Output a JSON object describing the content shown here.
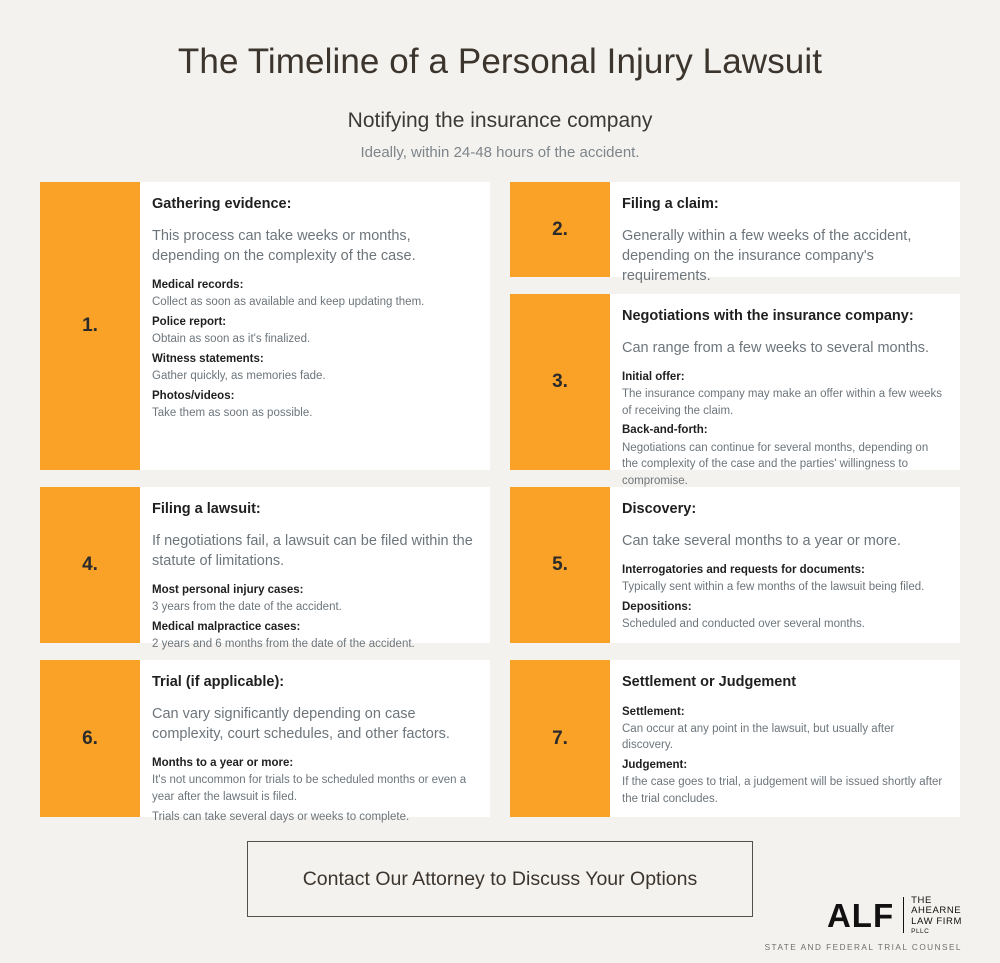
{
  "header": {
    "title": "The Timeline of a Personal Injury Lawsuit",
    "subtitle": "Notifying the insurance company",
    "subdesc": "Ideally, within 24-48 hours of the accident."
  },
  "colors": {
    "background": "#f4f2ee",
    "accent_orange": "#f9a227",
    "card_background": "#ffffff",
    "heading_text": "#3c352e",
    "body_text": "#6d757b",
    "bold_text": "#1f1f1f",
    "cta_border": "#56504a"
  },
  "steps": [
    {
      "number": "1.",
      "title": "Gathering evidence:",
      "lead": "This process can take weeks or months, depending on the complexity of the case.",
      "items": [
        {
          "label": "Medical records:",
          "text": "Collect as soon as available and keep updating them."
        },
        {
          "label": "Police report:",
          "text": "Obtain as soon as it's finalized."
        },
        {
          "label": "Witness statements:",
          "text": "Gather quickly, as memories fade."
        },
        {
          "label": "Photos/videos:",
          "text": "Take them as soon as possible."
        }
      ]
    },
    {
      "number": "2.",
      "title": "Filing a claim:",
      "lead": "Generally within a few weeks of the accident, depending on the insurance company's requirements.",
      "items": []
    },
    {
      "number": "3.",
      "title": "Negotiations with the insurance company:",
      "lead": "Can range from a few weeks to several months.",
      "items": [
        {
          "label": "Initial offer:",
          "text": "The insurance company may make an offer within a few weeks of receiving the claim."
        },
        {
          "label": "Back-and-forth:",
          "text": "Negotiations can continue for several months, depending on the complexity of the case and the parties' willingness to compromise."
        }
      ]
    },
    {
      "number": "4.",
      "title": "Filing a lawsuit:",
      "lead": "If negotiations fail, a lawsuit can be filed within the statute of limitations.",
      "items": [
        {
          "label": "Most personal injury cases:",
          "text": "3 years from the date of the accident."
        },
        {
          "label": "Medical malpractice cases:",
          "text": "2 years and 6 months from the date of the accident."
        }
      ]
    },
    {
      "number": "5.",
      "title": "Discovery:",
      "lead": "Can take several months to a year or more.",
      "items": [
        {
          "label": "Interrogatories and requests for documents:",
          "text": "Typically sent within a few months of the lawsuit being filed."
        },
        {
          "label": "Depositions:",
          "text": "Scheduled and conducted over several months."
        }
      ]
    },
    {
      "number": "6.",
      "title": "Trial (if applicable):",
      "lead": "Can vary significantly depending on case complexity, court schedules, and other factors.",
      "items": [
        {
          "label": "Months to a year or more:",
          "text": "It's not uncommon for trials to be scheduled months or even a year after the lawsuit is filed."
        },
        {
          "label": "",
          "text": "Trials can take several days or weeks to complete."
        }
      ]
    },
    {
      "number": "7.",
      "title": "Settlement or Judgement",
      "lead": "",
      "items": [
        {
          "label": "Settlement:",
          "text": "Can occur at any point in the lawsuit, but usually after discovery."
        },
        {
          "label": "Judgement:",
          "text": "If the case goes to trial, a judgement will be issued shortly after the trial concludes."
        }
      ]
    }
  ],
  "cta": {
    "label": "Contact Our Attorney to Discuss Your Options"
  },
  "logo": {
    "mark": "ALF",
    "line1": "THE",
    "line2": "AHEARNE",
    "line3": "LAW FIRM",
    "line4": "PLLC",
    "tagline": "STATE AND FEDERAL TRIAL COUNSEL"
  }
}
